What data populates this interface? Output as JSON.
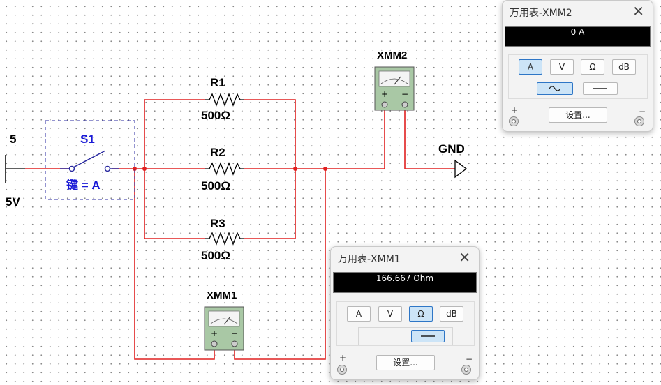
{
  "schematic": {
    "source": {
      "node": "5",
      "voltage": "5V"
    },
    "switch": {
      "name": "S1",
      "key_label": "键 = A"
    },
    "resistors": [
      {
        "name": "R1",
        "value": "500Ω"
      },
      {
        "name": "R2",
        "value": "500Ω"
      },
      {
        "name": "R3",
        "value": "500Ω"
      }
    ],
    "ground": "GND",
    "meters": [
      {
        "name": "XMM1",
        "plus": "+",
        "minus": "−"
      },
      {
        "name": "XMM2",
        "plus": "+",
        "minus": "−"
      }
    ],
    "colors": {
      "wire": "#e02020",
      "label_blue": "#1a1ad6",
      "meter_body": "#a9c8a5"
    }
  },
  "panels": {
    "xmm2": {
      "title": "万用表-XMM2",
      "reading": "0 A",
      "buttons": [
        "A",
        "V",
        "Ω",
        "dB"
      ],
      "active_mode": "A",
      "active_wave": "ac",
      "wave_ac_symbol": "∿",
      "settings": "设置...",
      "plus": "+",
      "minus": "−"
    },
    "xmm1": {
      "title": "万用表-XMM1",
      "reading": "166.667 Ohm",
      "buttons": [
        "A",
        "V",
        "Ω",
        "dB"
      ],
      "active_mode": "Ω",
      "active_wave": "dc",
      "settings": "设置...",
      "plus": "+",
      "minus": "−"
    },
    "close_symbol": "✕"
  }
}
